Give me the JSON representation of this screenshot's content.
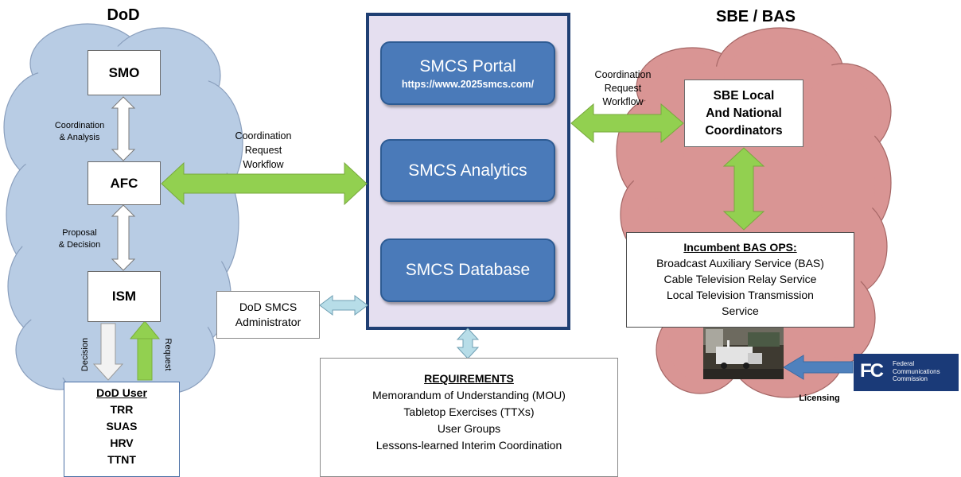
{
  "headings": {
    "dod": "DoD",
    "sbe": "SBE / BAS"
  },
  "dod": {
    "smo": "SMO",
    "afc": "AFC",
    "ism": "ISM",
    "coord_analysis": [
      "Coordination",
      "& Analysis"
    ],
    "proposal_decision": [
      "Proposal",
      "& Decision"
    ],
    "decision": "Decision",
    "request": "Request",
    "user_title": "DoD User",
    "user_items": [
      "TRR",
      "SUAS",
      "HRV",
      "TTNT"
    ]
  },
  "workflow_left": [
    "Coordination",
    "Request",
    "Workflow"
  ],
  "workflow_right": [
    "Coordination",
    "Request",
    "Workflow"
  ],
  "smcs": {
    "portal_title": "SMCS Portal",
    "portal_url": "https://www.2025smcs.com/",
    "analytics": "SMCS Analytics",
    "database": "SMCS Database"
  },
  "admin": [
    "DoD SMCS",
    "Administrator"
  ],
  "requirements": {
    "title": "REQUIREMENTS",
    "items": [
      "Memorandum of Understanding (MOU)",
      "Tabletop Exercises (TTXs)",
      "User Groups",
      "Lessons-learned Interim Coordination"
    ]
  },
  "sbe": {
    "coordinators": [
      "SBE Local",
      "And National",
      "Coordinators"
    ],
    "ops_title": "Incumbent BAS OPS:",
    "ops_items": [
      "Broadcast Auxiliary Service (BAS)",
      "Cable Television Relay Service",
      "Local Television Transmission",
      "Service"
    ]
  },
  "licensing": "Licensing",
  "fcc": {
    "mark": "FC",
    "name": [
      "Federal",
      "Communications",
      "Commission"
    ]
  },
  "colors": {
    "dod_cloud": "#b8cce4",
    "sbe_cloud": "#d99594",
    "smcs_panel": "#e5dff0",
    "smcs_border": "#1f3f73",
    "smcs_button": "#4a7ab9",
    "green_arrow": "#92d050",
    "light_arrow": "#b7dde8",
    "blue_arrow": "#4f81bd",
    "fcc_bg": "#1a3a78"
  }
}
